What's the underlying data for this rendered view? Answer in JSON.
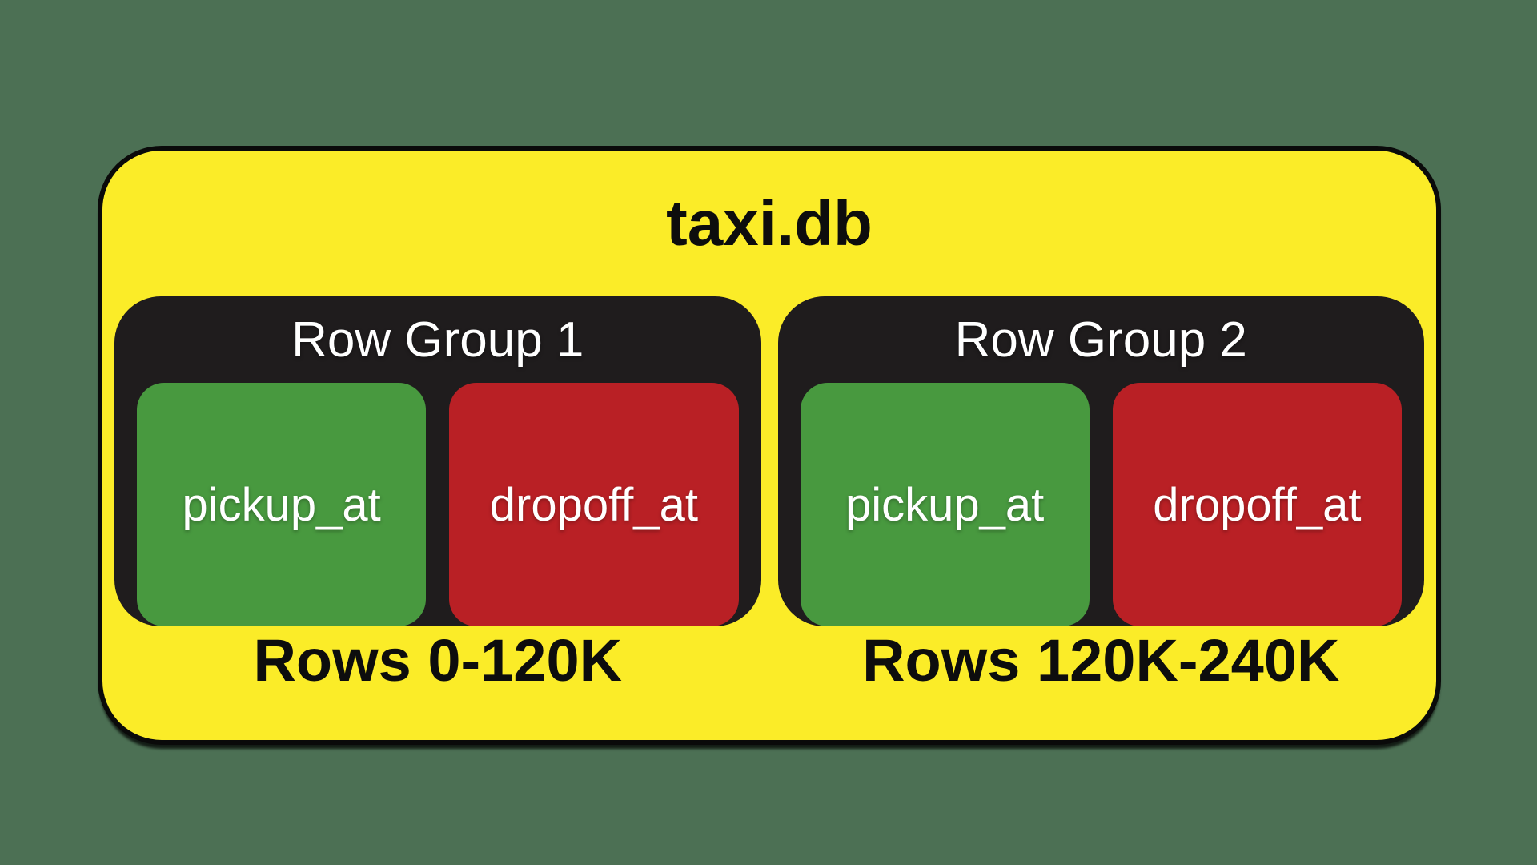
{
  "colors": {
    "background": "#4C7054",
    "db_box": "#FBEC28",
    "group_box": "#1F1C1D",
    "pickup_cell": "#48993F",
    "dropoff_cell": "#B92025",
    "title_text": "#0d0d0d",
    "label_text": "#ffffff"
  },
  "database": {
    "title": "taxi.db",
    "row_groups": [
      {
        "label": "Row Group 1",
        "columns": [
          {
            "name": "pickup_at"
          },
          {
            "name": "dropoff_at"
          }
        ],
        "rows_label": "Rows 0-120K"
      },
      {
        "label": "Row Group 2",
        "columns": [
          {
            "name": "pickup_at"
          },
          {
            "name": "dropoff_at"
          }
        ],
        "rows_label": "Rows 120K-240K"
      }
    ]
  }
}
